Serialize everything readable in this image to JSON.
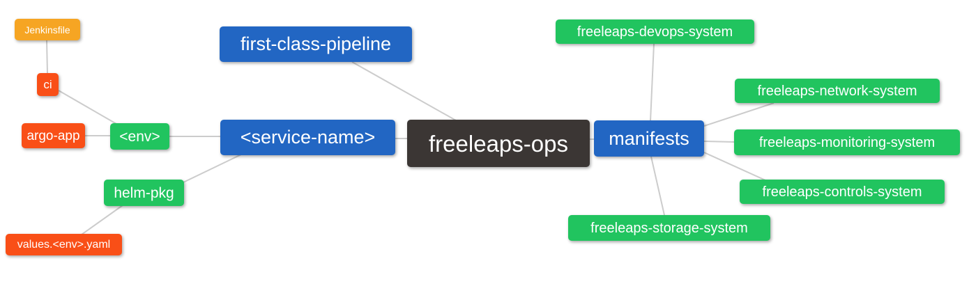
{
  "diagram": {
    "type": "mindmap",
    "root_label": "freeleaps-ops"
  },
  "colors": {
    "root": "#3b3634",
    "branch": "#2266c3",
    "green": "#21c45f",
    "red": "#f94f17",
    "orange": "#f6a523",
    "edge": "#cccccc",
    "background": "#ffffff",
    "text": "#ffffff"
  },
  "nodes": {
    "freeleaps_ops": {
      "label": "freeleaps-ops",
      "type": "root"
    },
    "first_class_pipeline": {
      "label": "first-class-pipeline",
      "type": "branch"
    },
    "service_name": {
      "label": "<service-name>",
      "type": "branch"
    },
    "manifests": {
      "label": "manifests",
      "type": "branch"
    },
    "env": {
      "label": "<env>",
      "type": "green"
    },
    "helm_pkg": {
      "label": "helm-pkg",
      "type": "green"
    },
    "jenkinsfile": {
      "label": "Jenkinsfile",
      "type": "orange"
    },
    "ci": {
      "label": "ci",
      "type": "red"
    },
    "argo_app": {
      "label": "argo-app",
      "type": "red"
    },
    "values_env_yaml": {
      "label": "values.<env>.yaml",
      "type": "red"
    },
    "devops_system": {
      "label": "freeleaps-devops-system",
      "type": "green"
    },
    "network_system": {
      "label": "freeleaps-network-system",
      "type": "green"
    },
    "monitoring_system": {
      "label": "freeleaps-monitoring-system",
      "type": "green"
    },
    "controls_system": {
      "label": "freeleaps-controls-system",
      "type": "green"
    },
    "storage_system": {
      "label": "freeleaps-storage-system",
      "type": "green"
    }
  },
  "edges": [
    {
      "from": "jenkinsfile",
      "to": "ci"
    },
    {
      "from": "ci",
      "to": "env"
    },
    {
      "from": "argo_app",
      "to": "env"
    },
    {
      "from": "env",
      "to": "service_name"
    },
    {
      "from": "helm_pkg",
      "to": "service_name"
    },
    {
      "from": "values_env_yaml",
      "to": "helm_pkg"
    },
    {
      "from": "first_class_pipeline",
      "to": "freeleaps_ops"
    },
    {
      "from": "service_name",
      "to": "freeleaps_ops"
    },
    {
      "from": "freeleaps_ops",
      "to": "manifests"
    },
    {
      "from": "manifests",
      "to": "devops_system"
    },
    {
      "from": "manifests",
      "to": "network_system"
    },
    {
      "from": "manifests",
      "to": "monitoring_system"
    },
    {
      "from": "manifests",
      "to": "controls_system"
    },
    {
      "from": "manifests",
      "to": "storage_system"
    }
  ]
}
